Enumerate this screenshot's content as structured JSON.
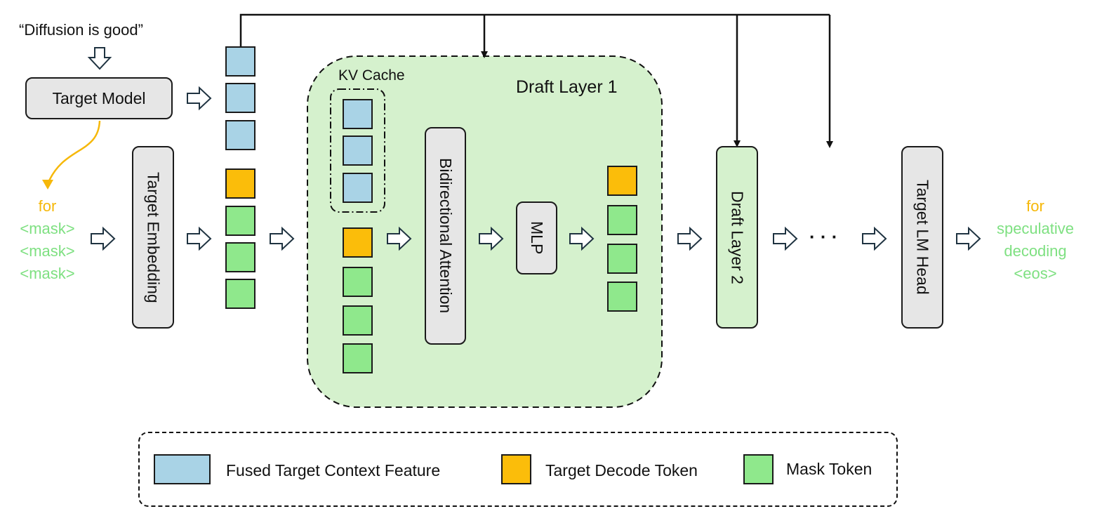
{
  "input_prompt": "“Diffusion is good”",
  "target_model_label": "Target Model",
  "target_embedding_label": "Target Embedding",
  "input_tokens": [
    "for",
    "<mask>",
    "<mask>",
    "<mask>"
  ],
  "kv_cache_label": "KV Cache",
  "draft_layer1_label": "Draft Layer 1",
  "bidirectional_attention_label": "Bidirectional Attention",
  "mlp_label": "MLP",
  "draft_layer2_label": "Draft Layer 2",
  "ellipsis": "· · ·",
  "target_lm_head_label": "Target LM Head",
  "output_tokens": [
    "for",
    "speculative",
    "decoding",
    "<eos>"
  ],
  "legend": {
    "fused": "Fused Target Context Feature",
    "decode": "Target Decode Token",
    "mask": "Mask Token"
  },
  "colors": {
    "fused_feature": "#a9d3e6",
    "decode_token": "#fbbd0a",
    "mask_token": "#8fe88c",
    "draft_region": "#d5f1cd",
    "token_text": "#7ee081"
  }
}
